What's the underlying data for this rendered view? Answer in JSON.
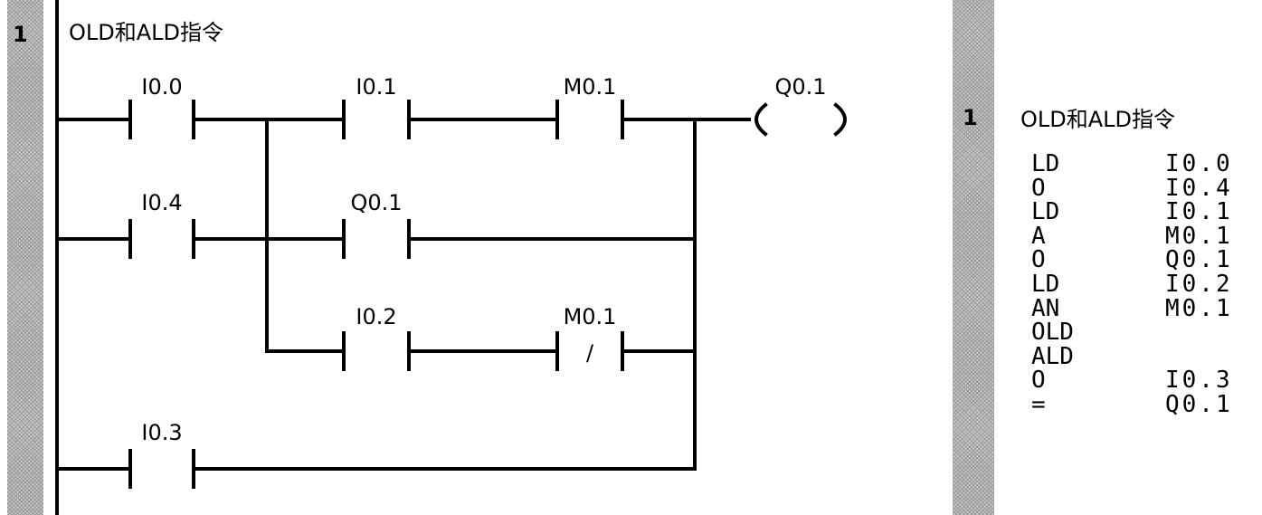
{
  "ladder": {
    "network_number": "1",
    "network_title": "OLD和ALD指令",
    "contacts": {
      "i00": "I0.0",
      "i01": "I0.1",
      "m01_top": "M0.1",
      "i04": "I0.4",
      "q01_contact": "Q0.1",
      "i02": "I0.2",
      "m01_nc": "M0.1",
      "i03": "I0.3"
    },
    "nc_symbol": "/",
    "coil": "Q0.1"
  },
  "stl": {
    "network_number": "1",
    "network_title": "OLD和ALD指令",
    "instructions": [
      {
        "op": "LD",
        "operand": "I0.0"
      },
      {
        "op": "O",
        "operand": "I0.4"
      },
      {
        "op": "LD",
        "operand": "I0.1"
      },
      {
        "op": "A",
        "operand": "M0.1"
      },
      {
        "op": "O",
        "operand": "Q0.1"
      },
      {
        "op": "LD",
        "operand": "I0.2"
      },
      {
        "op": "AN",
        "operand": "M0.1"
      },
      {
        "op": "OLD",
        "operand": ""
      },
      {
        "op": "ALD",
        "operand": ""
      },
      {
        "op": "O",
        "operand": "I0.3"
      },
      {
        "op": "=",
        "operand": "Q0.1"
      }
    ]
  }
}
